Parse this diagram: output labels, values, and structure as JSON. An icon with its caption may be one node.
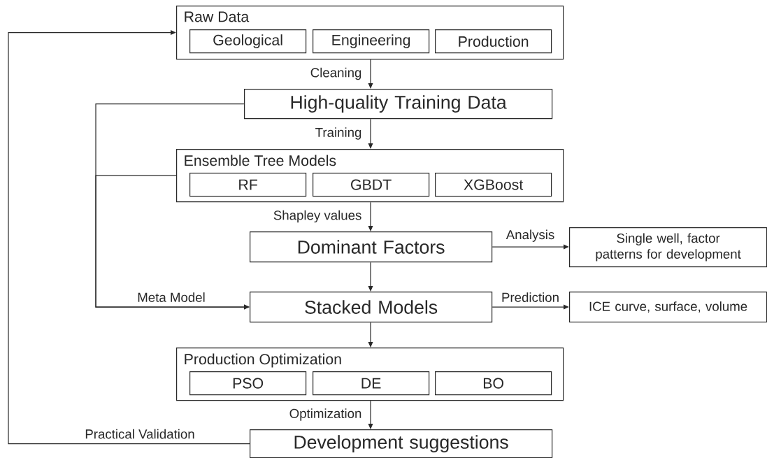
{
  "diagram": {
    "nodes": [
      {
        "text": [
          "Raw Data"
        ]
      },
      {
        "text": [
          "Geological"
        ],
        "in": 0
      },
      {
        "text": [
          "Engineering"
        ],
        "in": 0
      },
      {
        "text": [
          "Production"
        ],
        "in": 0
      },
      {
        "text": [
          "High-quality Training Data"
        ]
      },
      {
        "text": [
          "Ensemble Tree Models"
        ]
      },
      {
        "text": [
          "RF"
        ],
        "in": 5
      },
      {
        "text": [
          "GBDT"
        ],
        "in": 5
      },
      {
        "text": [
          "XGBoost"
        ],
        "in": 5
      },
      {
        "text": [
          "Dominant Factors"
        ]
      },
      {
        "text": [
          "Single well, factor patterns for development"
        ]
      },
      {
        "text": [
          "Stacked Models"
        ]
      },
      {
        "text": [
          "ICE curve, surface, volume"
        ]
      },
      {
        "text": [
          "Production Optimization"
        ]
      },
      {
        "text": [
          "PSO"
        ],
        "in": 13
      },
      {
        "text": [
          "DE"
        ],
        "in": 13
      },
      {
        "text": [
          "BO"
        ],
        "in": 13
      },
      {
        "text": [
          "Development suggestions"
        ]
      }
    ],
    "edges": [
      {
        "from": 0,
        "to": 4,
        "arrow": "to",
        "label": "Cleaning"
      },
      {
        "from": 4,
        "to": 5,
        "arrow": "to",
        "label": "Training"
      },
      {
        "from": 5,
        "to": 9,
        "arrow": "to",
        "label": "Shapley values"
      },
      {
        "from": 9,
        "to": 10,
        "arrow": "to",
        "label": "Analysis"
      },
      {
        "from": 9,
        "to": 11,
        "arrow": "to"
      },
      {
        "from": 4,
        "to": 11,
        "arrow": "to",
        "label": "Meta Model"
      },
      {
        "from": 5,
        "to": 11,
        "arrow": "to"
      },
      {
        "from": 11,
        "to": 12,
        "arrow": "to",
        "label": "Prediction"
      },
      {
        "from": 11,
        "to": 13,
        "arrow": "to"
      },
      {
        "from": 13,
        "to": 17,
        "arrow": "to",
        "label": "Optimization"
      },
      {
        "from": 17,
        "to": 0,
        "arrow": "to",
        "label": "Practical Validation"
      }
    ]
  }
}
